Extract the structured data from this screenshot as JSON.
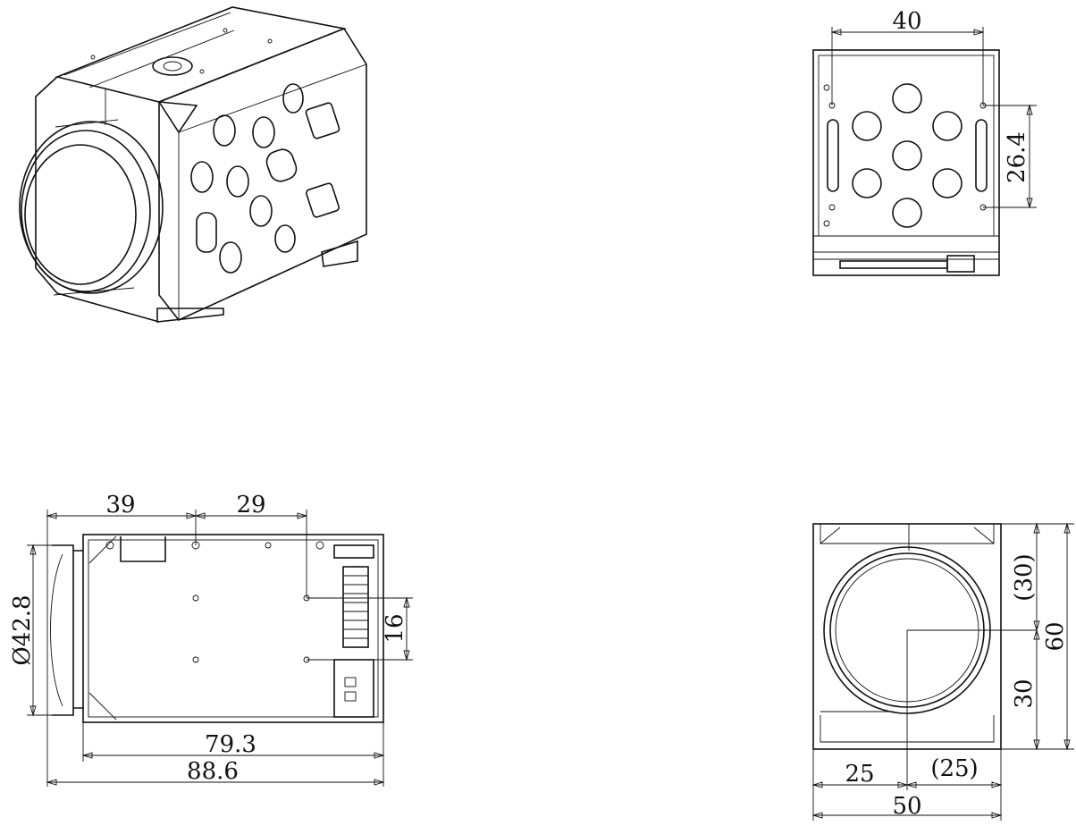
{
  "dimensions": {
    "top_view": {
      "width": "40",
      "hole_spacing": "26.4"
    },
    "side_view": {
      "front_to_hole": "39",
      "hole_to_hole": "29",
      "lens_diameter": "Ø42.8",
      "hole_vertical": "16",
      "body_length": "79.3",
      "total_length": "88.6"
    },
    "front_view": {
      "upper_half": "(30)",
      "height": "60",
      "lower_half": "30",
      "left_half": "25",
      "right_half": "(25)",
      "width": "50"
    }
  },
  "icons": [
    "camera-module-isometric-drawing"
  ]
}
